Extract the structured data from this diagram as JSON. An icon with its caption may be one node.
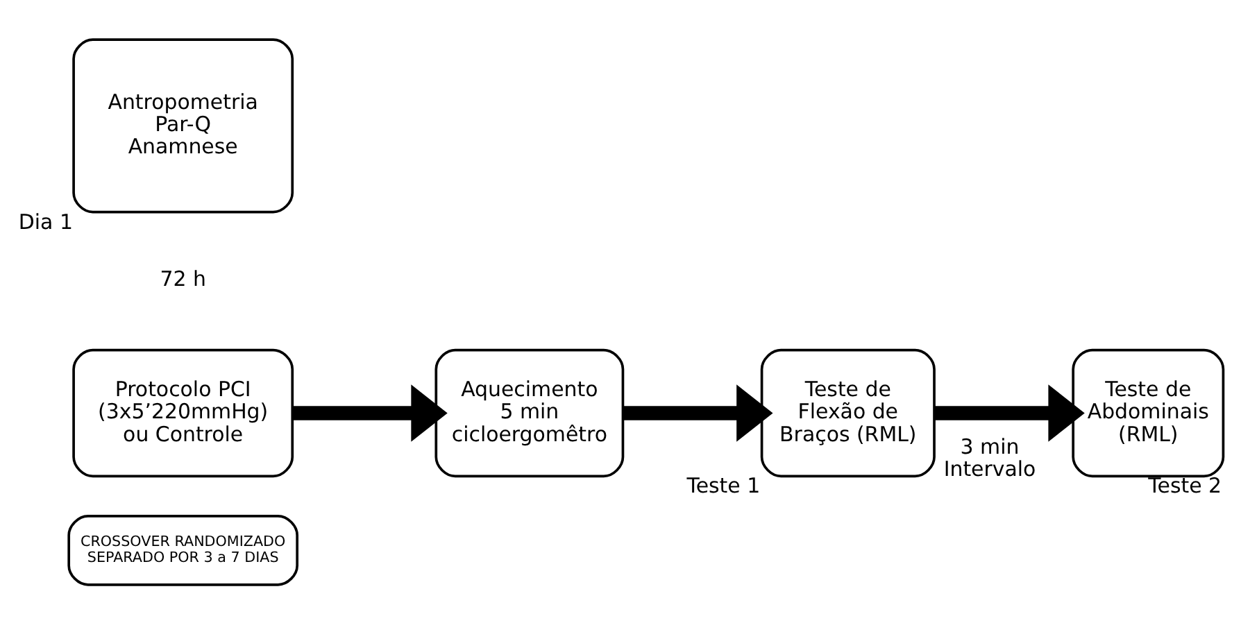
{
  "diagram": {
    "nodes": [
      {
        "text": [
          "Antropometria",
          "Par-Q",
          "Anamnese"
        ],
        "beside": [
          "Dia 1"
        ]
      },
      {
        "text": [
          "Protocolo PCI (3x5’220mmHg) ou Controle"
        ]
      },
      {
        "text": [
          "Aquecimento 5 min cicloergomêtro"
        ]
      },
      {
        "text": [
          "Teste de Flexão de Braços (RML)"
        ],
        "beside": [
          "Teste 1"
        ]
      },
      {
        "text": [
          "Teste de Abdominais (RML)"
        ],
        "beside": [
          "Teste 2"
        ]
      },
      {
        "text": [
          "CROSSOVER RANDOMIZADO SEPARADO POR 3 a 7 DIAS"
        ]
      }
    ],
    "edges": [
      {
        "from": 1,
        "to": 2,
        "arrow": "to"
      },
      {
        "from": 2,
        "to": 3,
        "arrow": "to"
      },
      {
        "from": 3,
        "to": 4,
        "arrow": "to",
        "label": "3 min Intervalo"
      }
    ],
    "labels": [
      "72 h"
    ]
  }
}
